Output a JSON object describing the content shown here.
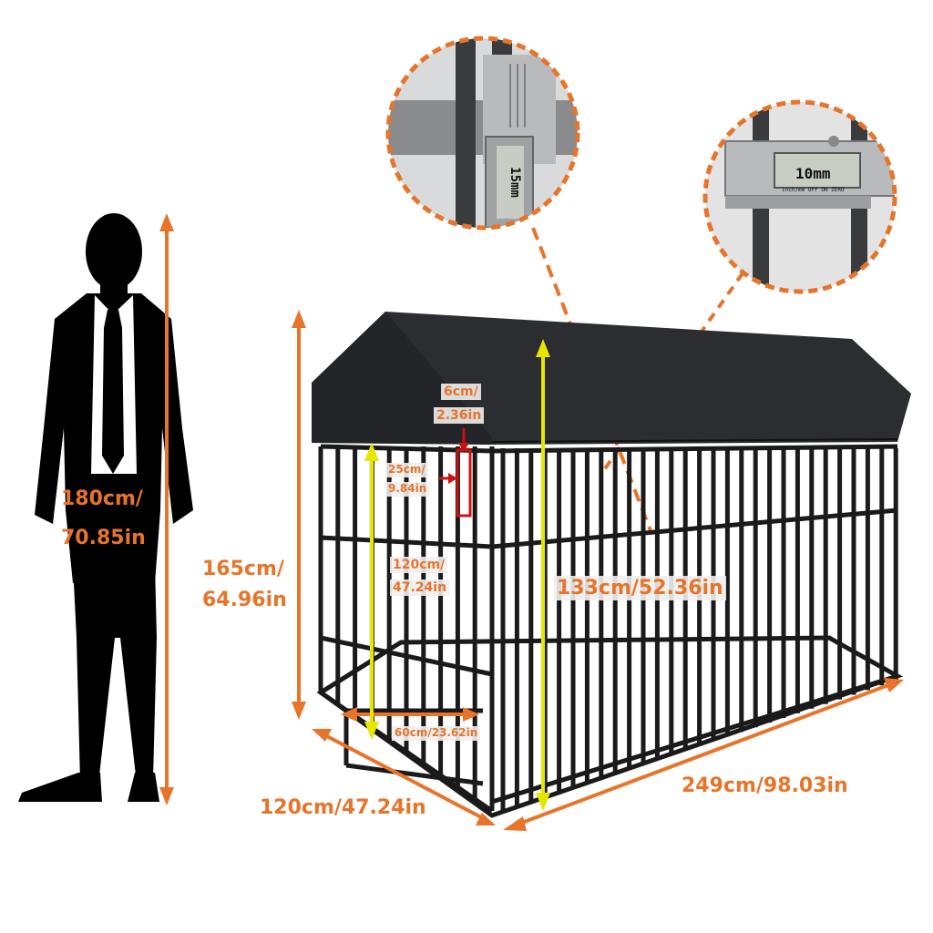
{
  "colors": {
    "accent_orange": "#e8742a",
    "guide_yellow": "#e6e600",
    "marker_red": "#cc1111",
    "kennel_black": "#1a1a1a",
    "cover_gray": "#2b2d31"
  },
  "person": {
    "height_cm": "180cm/",
    "height_in": "70.85in"
  },
  "kennel": {
    "total_height_cm": "165cm/",
    "total_height_in": "64.96in",
    "wall_height": "133cm/52.36in",
    "length": "249cm/98.03in",
    "width": "120cm/47.24in",
    "door_height_cm": "120cm/",
    "door_height_in": "47.24in",
    "door_width": "60cm/23.62in",
    "latch_length_cm": "25cm/",
    "latch_length_in": "9.84in",
    "latch_gap_cm": "6cm/",
    "latch_gap_in": "2.36in"
  },
  "callouts": {
    "caliper_left_reading": "15mm",
    "caliper_right_reading": "10mm",
    "caliper_right_small": "inch/mm  OFF  ON  ZERO"
  }
}
